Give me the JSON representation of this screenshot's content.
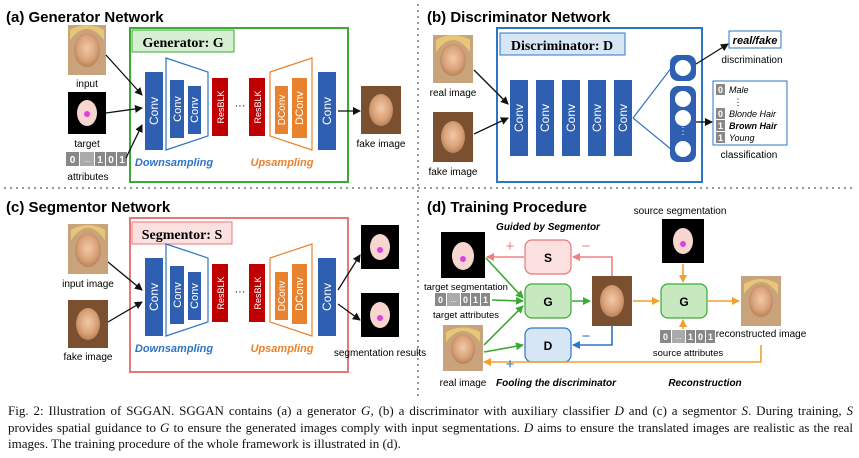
{
  "colors": {
    "conv": "#2e5fb0",
    "resblk": "#c00000",
    "dconv": "#e8822e",
    "generator_border": "#3aaa35",
    "generator_fill": "#d6efd2",
    "discriminator_border": "#2e74c5",
    "discriminator_fill": "#d7e6f5",
    "segmentor_border": "#e87878",
    "segmentor_fill": "#fbe0e0",
    "down_text": "#2e74c5",
    "up_text": "#e8822e",
    "arrow_green": "#3aaa35",
    "arrow_orange": "#f0a030",
    "arrow_blue": "#2e74c5",
    "arrow_pink": "#f08080"
  },
  "panel_a": {
    "title": "(a) Generator Network",
    "box_title": "Generator: G",
    "conv_label": "Conv",
    "resblk_label": "ResBLK",
    "dots": "···",
    "dconv_label": "DConv",
    "downsampling": "Downsampling",
    "upsampling": "Upsampling",
    "input_label": "input",
    "target_label": "target",
    "attributes_label": "attributes",
    "attr_bits": [
      "0",
      "...",
      "1",
      "0",
      "1"
    ],
    "fake_image_label": "fake image"
  },
  "panel_b": {
    "title": "(b) Discriminator Network",
    "box_title": "Discriminator: D",
    "conv_label": "Conv",
    "real_image_label": "real image",
    "fake_image_label": "fake image",
    "real_fake": "real/fake",
    "discrimination": "discrimination",
    "classification": "classification",
    "classes": [
      {
        "bit": "0",
        "name": "Male",
        "bold": false
      },
      {
        "bit": "",
        "name": "⋮",
        "bold": false
      },
      {
        "bit": "0",
        "name": "Blonde Hair",
        "bold": false
      },
      {
        "bit": "1",
        "name": "Brown Hair",
        "bold": true
      },
      {
        "bit": "1",
        "name": "Young",
        "bold": false
      }
    ]
  },
  "panel_c": {
    "title": "(c) Segmentor Network",
    "box_title": "Segmentor: S",
    "conv_label": "Conv",
    "resblk_label": "ResBLK",
    "dots": "···",
    "dconv_label": "DConv",
    "downsampling": "Downsampling",
    "upsampling": "Upsampling",
    "input_image_label": "input image",
    "fake_image_label": "fake image",
    "seg_results_label": "segmentation results"
  },
  "panel_d": {
    "title": "(d) Training Procedure",
    "guided": "Guided by Segmentor",
    "fooling": "Fooling the discriminator",
    "reconstruction": "Reconstruction",
    "source_segmentation": "source segmentation",
    "target_segmentation": "target segmentation",
    "target_attributes": "target attributes",
    "source_attributes": "source attributes",
    "real_image": "real image",
    "reconstructed_image": "reconstructed image",
    "s_node": "S",
    "g_node": "G",
    "d_node": "D",
    "g2_node": "G",
    "plus": "+",
    "minus": "−",
    "target_bits": [
      "0",
      "...",
      "0",
      "1",
      "1"
    ],
    "source_bits": [
      "0",
      "...",
      "1",
      "0",
      "1"
    ]
  },
  "caption": {
    "lead": "Fig. 2: Illustration of SGGAN. SGGAN contains (a) a generator ",
    "G": "G",
    "mid1": ", (b) a discriminator with auxiliary classifier ",
    "D": "D",
    "mid2": " and (c) a segmentor ",
    "S": "S",
    "mid3": ". During training, ",
    "S2": "S",
    "mid4": " provides spatial guidance to ",
    "G2": "G",
    "mid5": " to ensure the generated images comply with input segmentations. ",
    "D2": "D",
    "tail": " aims to ensure the translated images are realistic as the real images. The training procedure of the whole framework is illustrated in (d)."
  }
}
